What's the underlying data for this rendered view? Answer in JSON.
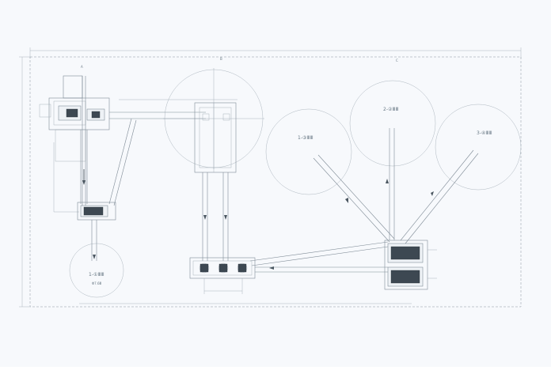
{
  "drawing": {
    "labels": {
      "stockpile_small_left": "1-①ⅢⅢ",
      "stockpile_small_left_sub": "Φ7.6Ⅲ",
      "stockpile_1": "1-③ⅢⅢ",
      "stockpile_2": "2-②ⅢⅢ",
      "stockpile_3": "3-④ⅢⅢ",
      "grid_a": "A",
      "grid_b": "B",
      "grid_c": "C"
    }
  }
}
